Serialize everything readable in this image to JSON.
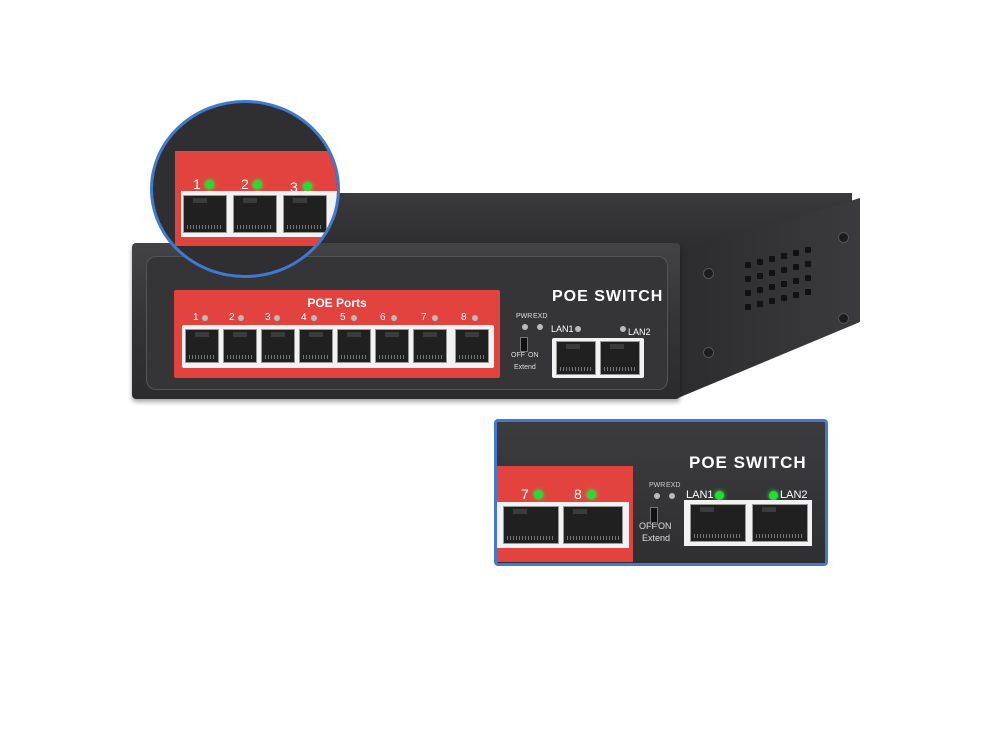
{
  "product": {
    "brand_label": "POE SWITCH",
    "poe_ports_label": "POE Ports",
    "port_numbers": [
      "1",
      "2",
      "3",
      "4",
      "5",
      "6",
      "7",
      "8"
    ],
    "indicator_labels": {
      "pwr": "PWR",
      "exd": "EXD"
    },
    "toggle_labels": {
      "off": "OFF",
      "on": "ON",
      "extend": "Extend"
    },
    "lan_labels": [
      "LAN1",
      "LAN2"
    ]
  },
  "zoom_circle": {
    "port_numbers": [
      "1",
      "2",
      "3"
    ]
  },
  "zoom_rect": {
    "brand_label": "POE SWITCH",
    "port_numbers": [
      "7",
      "8"
    ],
    "indicator_labels": {
      "pwr": "PWR",
      "exd": "EXD"
    },
    "toggle_labels": {
      "off": "OFF",
      "on": "ON",
      "extend": "Extend"
    },
    "lan_labels": [
      "LAN1",
      "LAN2"
    ]
  },
  "colors": {
    "panel_red": "#e2433f",
    "zoom_border": "#3f79d1",
    "led_green": "#22dd33",
    "chassis": "#333335"
  }
}
